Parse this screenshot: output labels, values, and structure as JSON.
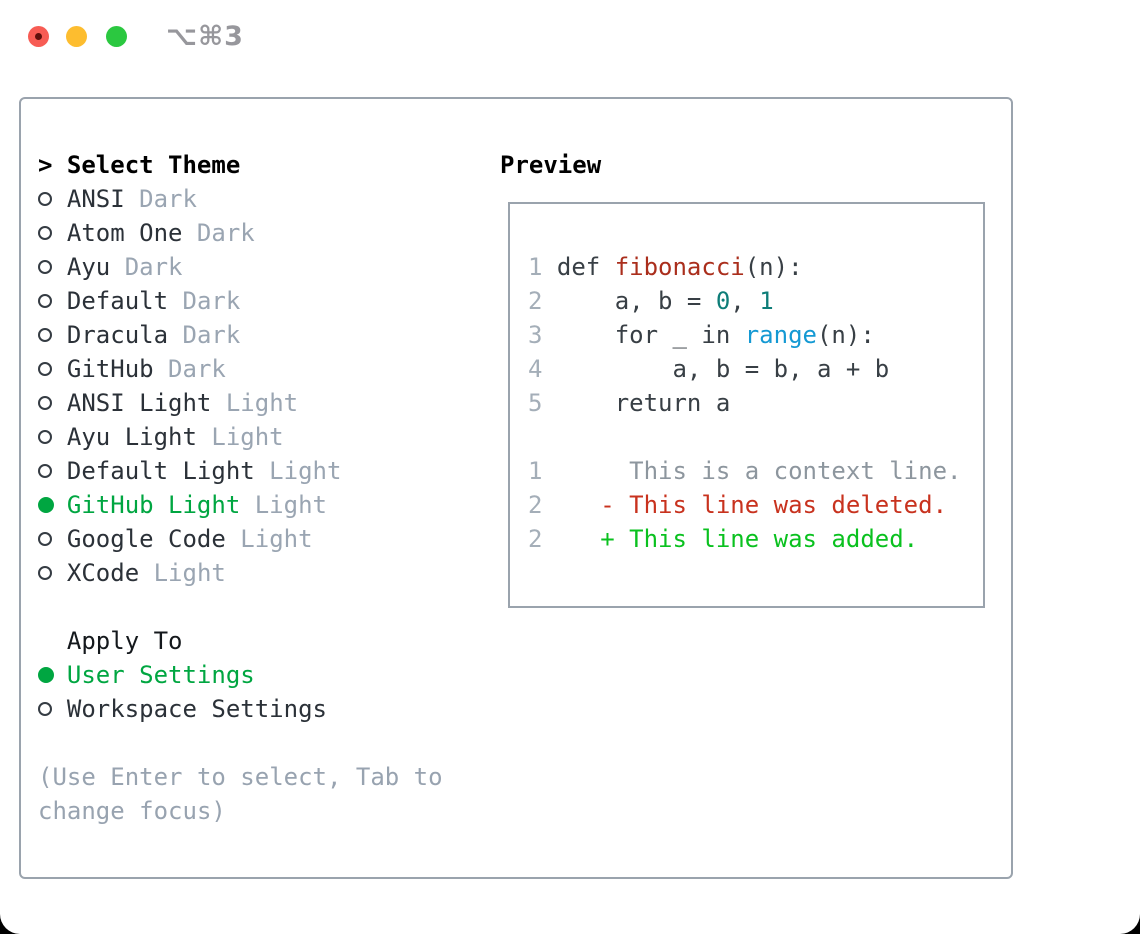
{
  "header": {
    "shortcut": "⌥⌘3"
  },
  "left": {
    "title_prefix": ">",
    "title": "Select Theme",
    "themes": [
      {
        "name": "ANSI",
        "variant": "Dark",
        "selected": false
      },
      {
        "name": "Atom One",
        "variant": "Dark",
        "selected": false
      },
      {
        "name": "Ayu",
        "variant": "Dark",
        "selected": false
      },
      {
        "name": "Default",
        "variant": "Dark",
        "selected": false
      },
      {
        "name": "Dracula",
        "variant": "Dark",
        "selected": false
      },
      {
        "name": "GitHub",
        "variant": "Dark",
        "selected": false
      },
      {
        "name": "ANSI Light",
        "variant": "Light",
        "selected": false
      },
      {
        "name": "Ayu Light",
        "variant": "Light",
        "selected": false
      },
      {
        "name": "Default Light",
        "variant": "Light",
        "selected": false
      },
      {
        "name": "GitHub Light",
        "variant": "Light",
        "selected": true
      },
      {
        "name": "Google Code",
        "variant": "Light",
        "selected": false
      },
      {
        "name": "XCode",
        "variant": "Light",
        "selected": false
      }
    ],
    "apply_to": {
      "title": "Apply To",
      "options": [
        {
          "label": "User Settings",
          "selected": true
        },
        {
          "label": "Workspace Settings",
          "selected": false
        }
      ]
    },
    "help_lines": [
      "(Use Enter to select, Tab to",
      "change focus)"
    ]
  },
  "preview": {
    "title": "Preview",
    "lines": [
      {
        "num": "1",
        "tokens": [
          {
            "s": "code",
            "t": "def "
          },
          {
            "s": "func",
            "t": "fibonacci"
          },
          {
            "s": "code",
            "t": "(n):"
          }
        ]
      },
      {
        "num": "2",
        "tokens": [
          {
            "s": "code",
            "t": "    a, b = "
          },
          {
            "s": "num",
            "t": "0"
          },
          {
            "s": "code",
            "t": ", "
          },
          {
            "s": "num",
            "t": "1"
          }
        ]
      },
      {
        "num": "3",
        "tokens": [
          {
            "s": "code",
            "t": "    for _ in "
          },
          {
            "s": "builtin",
            "t": "range"
          },
          {
            "s": "code",
            "t": "(n):"
          }
        ]
      },
      {
        "num": "4",
        "tokens": [
          {
            "s": "code",
            "t": "        a, b = b, a + b"
          }
        ]
      },
      {
        "num": "5",
        "tokens": [
          {
            "s": "code",
            "t": "    return a"
          }
        ]
      },
      {
        "num": "",
        "tokens": []
      },
      {
        "num": "1",
        "tokens": [
          {
            "s": "context",
            "t": "     This is a context line."
          }
        ]
      },
      {
        "num": "2",
        "tokens": [
          {
            "s": "deleted",
            "t": "   - This line was deleted."
          }
        ]
      },
      {
        "num": "2",
        "tokens": [
          {
            "s": "added",
            "t": "   + This line was added."
          }
        ]
      }
    ]
  },
  "colors": {
    "selected_green": "#00a641",
    "added_green": "#0ac11f",
    "deleted_red": "#c8321e",
    "func_red": "#aa2e1c",
    "number_teal": "#0e7d78",
    "builtin_blue": "#1499d3",
    "code_text": "#383f45",
    "item_text": "#2b3138",
    "line_number": "#a4aeb8",
    "variant_gray": "#9aa5b2",
    "help_gray": "#98a3b0",
    "context_gray": "#8d969e",
    "panel_border": "#9aa3ad",
    "shortcut_gray": "#97979c",
    "traffic_red": "#f75c54",
    "traffic_red_dot": "#5e100c",
    "traffic_yellow": "#fdbd2f",
    "traffic_green": "#2bc840"
  }
}
